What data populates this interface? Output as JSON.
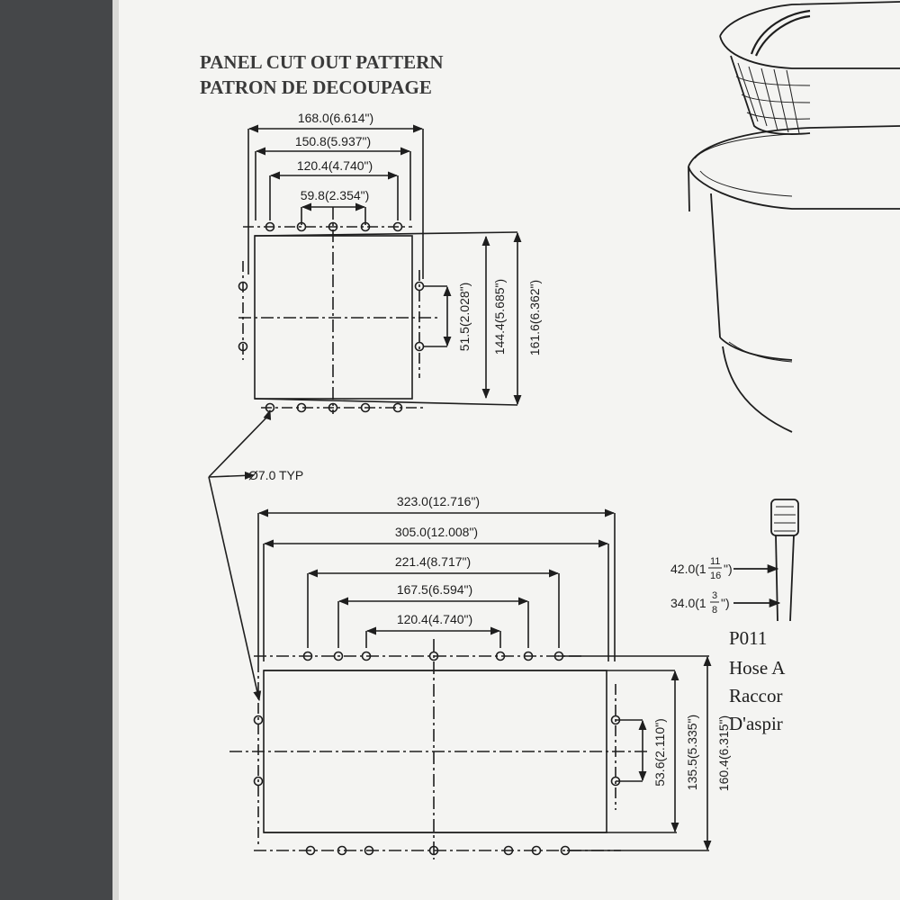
{
  "document": {
    "title_en": "PANEL CUT OUT PATTERN",
    "title_fr": "PATRON DE DECOUPAGE"
  },
  "top_pattern": {
    "widths": [
      "168.0(6.614\")",
      "150.8(5.937\")",
      "120.4(4.740\")",
      "59.8(2.354\")"
    ],
    "heights": [
      "51.5(2.028\")",
      "144.4(5.685\")",
      "161.6(6.362\")"
    ]
  },
  "hole_note": "Ø7.0 TYP",
  "bottom_pattern": {
    "widths": [
      "323.0(12.716\")",
      "305.0(12.008\")",
      "221.4(8.717\")",
      "167.5(6.594\")",
      "120.4(4.740\")"
    ],
    "heights": [
      "53.6(2.110\")",
      "135.5(5.335\")",
      "160.4(6.315\")"
    ]
  },
  "side_part": {
    "dims": [
      {
        "main": "42.0(1",
        "whole_num": "11",
        "den": "16",
        "tail": "\")"
      },
      {
        "main": "34.0(1",
        "whole_num": "3",
        "den": "8",
        "tail": "\")"
      }
    ],
    "part_no": "P011",
    "desc_lines": [
      "Hose A",
      "Raccor",
      "D'aspir"
    ]
  },
  "colors": {
    "paper": "#f4f4f2",
    "ink": "#1e1e1e",
    "background": "#454749"
  }
}
